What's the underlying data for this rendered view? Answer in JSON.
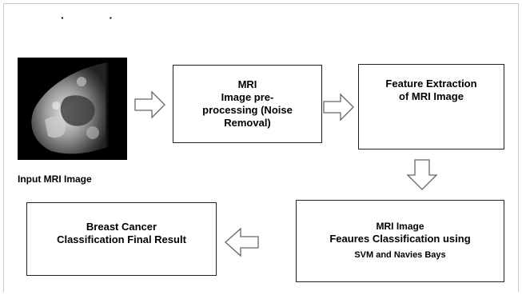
{
  "caption": "Input MRI Image",
  "dots": "· ·",
  "preprocess": {
    "line1": "MRI",
    "line2": "Image pre-",
    "line3": "processing (Noise",
    "line4": "Removal)"
  },
  "feature": {
    "line1": "Feature Extraction",
    "line2": "of MRI Image"
  },
  "classify": {
    "line1": "MRI Image",
    "line2": "Feaures Classification using",
    "line3": "SVM and Navies Bays"
  },
  "result": {
    "line1": "Breast Cancer",
    "line2": "Classification Final Result"
  },
  "colors": {
    "stroke": "#222222",
    "arrow_stroke": "#666666"
  }
}
